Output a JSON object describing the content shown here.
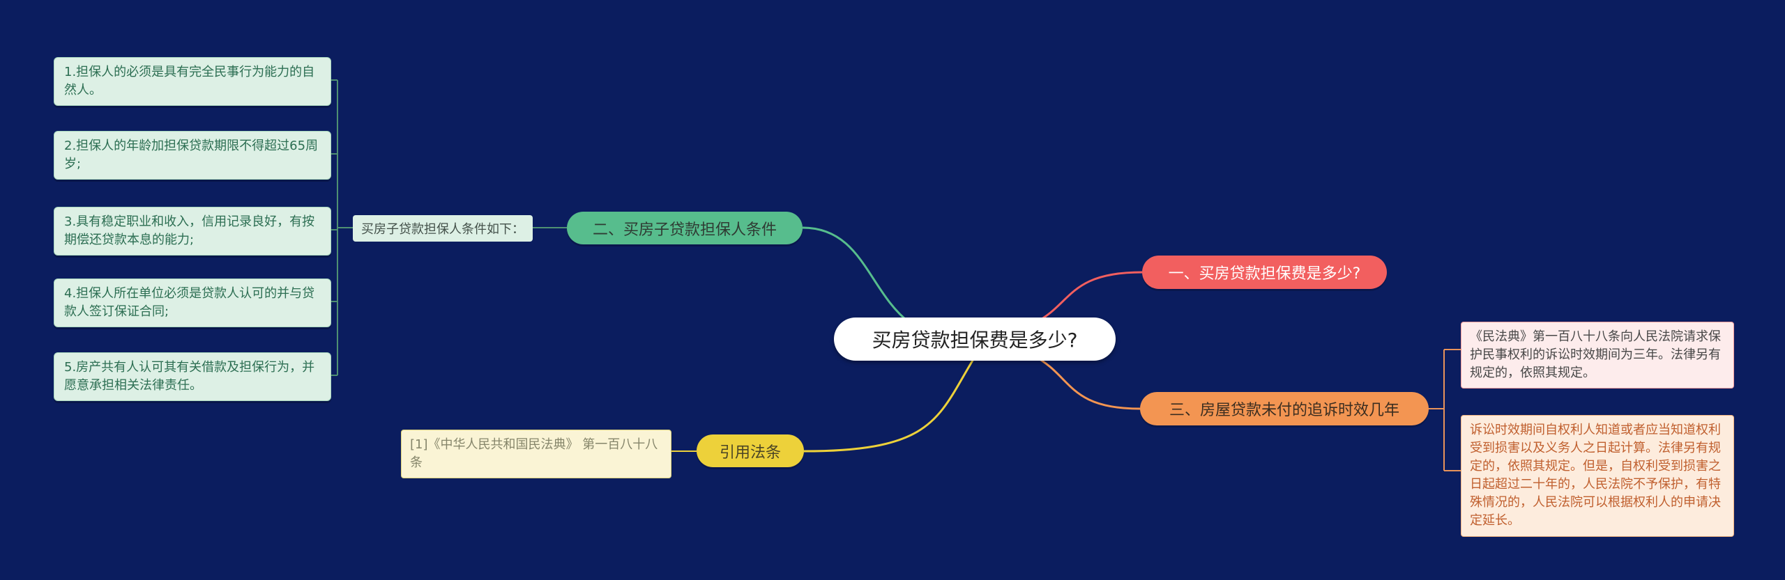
{
  "canvas": {
    "background_color": "#0b1d5f"
  },
  "center_node": {
    "label": "买房贷款担保费是多少?",
    "bg_color": "#ffffff",
    "text_color": "#222222"
  },
  "branches": {
    "one": {
      "label": "一、买房贷款担保费是多少?",
      "bg_color": "#f25f5f",
      "connector_color": "#f25f5f"
    },
    "two": {
      "label": "二、买房子贷款担保人条件",
      "bg_color": "#57bd8d",
      "connector_color": "#57bd8d"
    },
    "three": {
      "label": "三、房屋贷款未付的追诉时效几年",
      "bg_color": "#f39552",
      "connector_color": "#f39552"
    },
    "cite": {
      "label": "引用法条",
      "bg_color": "#edd13a",
      "connector_color": "#edd13a"
    }
  },
  "guarantor": {
    "note_label": "买房子贷款担保人条件如下：",
    "items": [
      "1.担保人的必须是具有完全民事行为能力的自然人。",
      "2.担保人的年龄加担保贷款期限不得超过65周岁;",
      "3.具有稳定职业和收入，信用记录良好，有按期偿还贷款本息的能力;",
      "4.担保人所在单位必须是贷款人认可的并与贷款人签订保证合同;",
      "5.房产共有人认可其有关借款及担保行为，并愿意承担相关法律责任。"
    ],
    "box_bg_color": "#ddf0e5"
  },
  "prescription_notes": [
    "《民法典》第一百八十八条向人民法院请求保护民事权利的诉讼时效期间为三年。法律另有规定的，依照其规定。",
    "诉讼时效期间自权利人知道或者应当知道权利受到损害以及义务人之日起计算。法律另有规定的，依照其规定。但是，自权利受到损害之日起超过二十年的，人民法院不予保护，有特殊情况的，人民法院可以根据权利人的申请决定延长。"
  ],
  "citation": {
    "text": "[1]《中华人民共和国民法典》 第一百八十八条"
  }
}
